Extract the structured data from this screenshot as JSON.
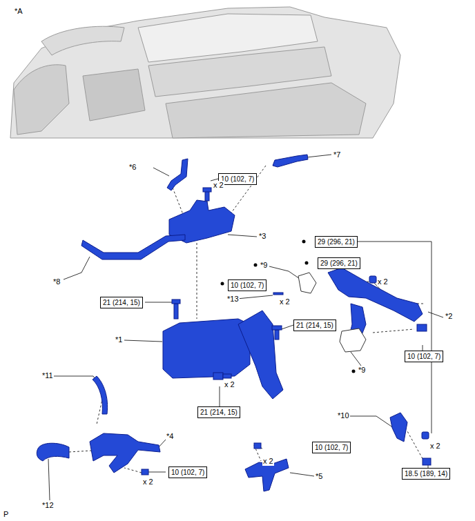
{
  "diagram": {
    "nodes": [
      {
        "text": [
          "10 (102, 7)"
        ]
      },
      {
        "text": [
          "29 (296, 21)"
        ]
      },
      {
        "text": [
          "29 (296, 21)"
        ]
      },
      {
        "text": [
          "10 (102, 7)"
        ]
      },
      {
        "text": [
          "21 (214, 15)"
        ]
      },
      {
        "text": [
          "21 (214, 15)"
        ]
      },
      {
        "text": [
          "10 (102, 7)"
        ]
      },
      {
        "text": [
          "21 (214, 15)"
        ]
      },
      {
        "text": [
          "10 (102, 7)"
        ]
      },
      {
        "text": [
          "10 (102, 7)"
        ]
      },
      {
        "text": [
          "18.5 (189, 14)"
        ]
      }
    ],
    "labels": [
      "*A",
      "*6",
      "*7",
      "x 2",
      "*3",
      "*8",
      "*9",
      "*13",
      "x 2",
      "x 2",
      "*1",
      "*2",
      "x 2",
      "*9",
      "x 2",
      "*11",
      "*4",
      "x 2",
      "*5",
      "x 2",
      "*10",
      "*12",
      "P"
    ]
  }
}
